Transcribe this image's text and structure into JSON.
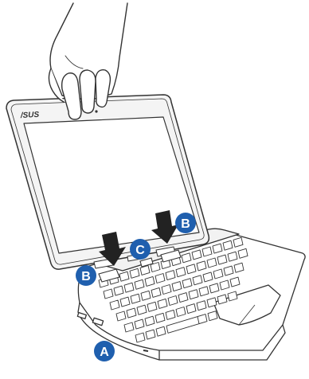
{
  "figure": {
    "brand_logo": "/SUS",
    "callouts": [
      {
        "id": "a",
        "label": "A"
      },
      {
        "id": "b-left",
        "label": "B"
      },
      {
        "id": "b-right",
        "label": "B"
      },
      {
        "id": "c",
        "label": "C"
      }
    ],
    "colors": {
      "callout_fill": "#1f5fae",
      "callout_text": "#ffffff",
      "arrow": "#222222",
      "outline": "#333333",
      "screen": "#ffffff",
      "bezel": "#f4f4f4"
    },
    "icons": [
      "down-arrow-icon",
      "down-arrow-icon",
      "hand-icon",
      "keyboard-icon",
      "tablet-icon"
    ]
  }
}
